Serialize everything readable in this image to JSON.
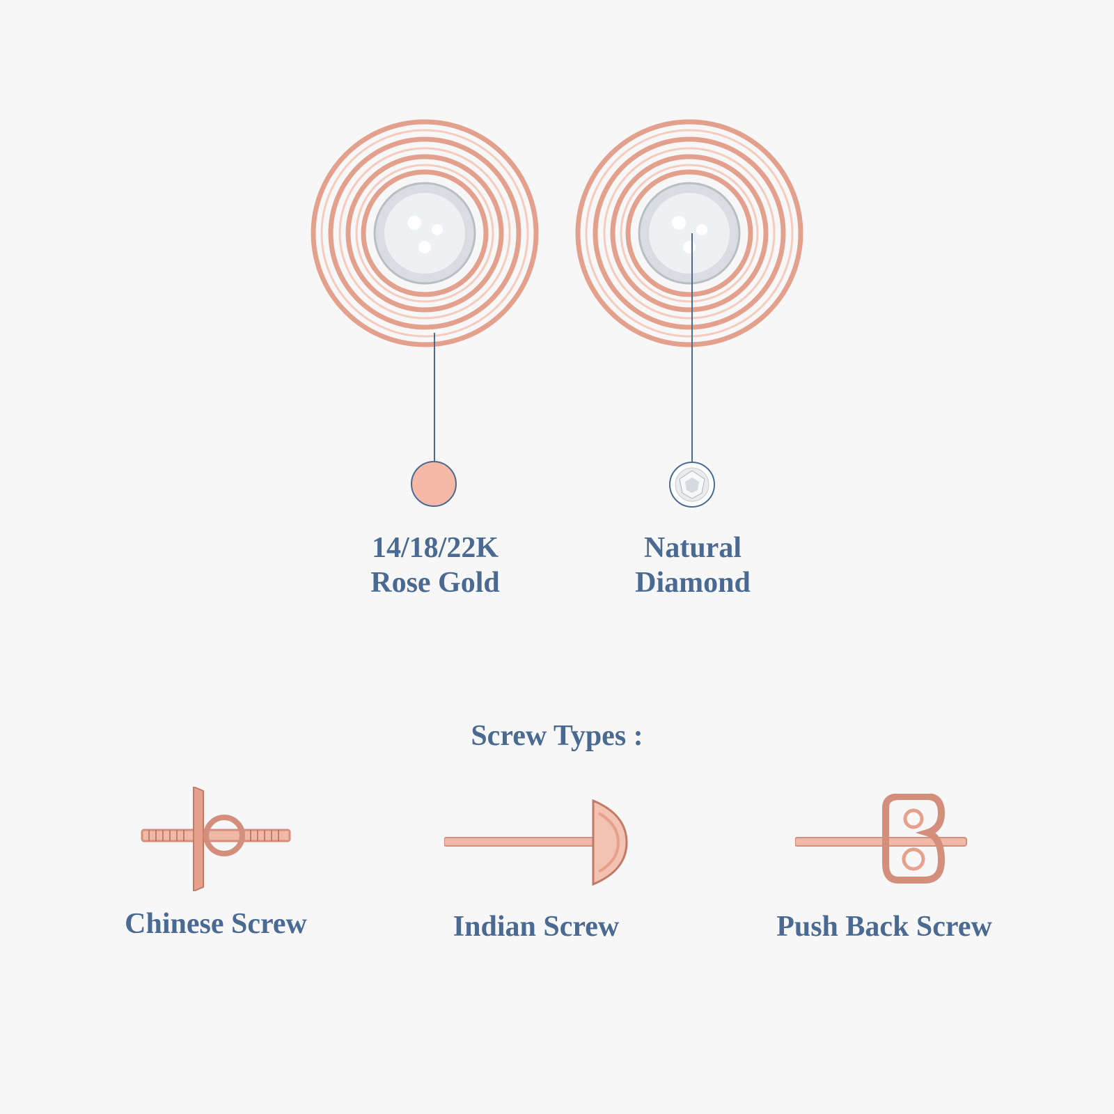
{
  "materials": [
    {
      "line1": "14/18/22K",
      "line2": "Rose Gold",
      "icon": "rose-gold-swatch-icon",
      "color": "#f6b8a6"
    },
    {
      "line1": "Natural",
      "line2": "Diamond",
      "icon": "diamond-icon"
    }
  ],
  "screw_section": {
    "title": "Screw Types :",
    "items": [
      {
        "label": "Chinese Screw",
        "icon": "chinese-screw-icon"
      },
      {
        "label": "Indian Screw",
        "icon": "indian-screw-icon"
      },
      {
        "label": "Push Back Screw",
        "icon": "push-back-screw-icon"
      }
    ]
  },
  "colors": {
    "label_text": "#4a6a92",
    "leader_line": "#4a6a92",
    "rose_gold": "#e8a592",
    "background": "#f7f7f7"
  }
}
